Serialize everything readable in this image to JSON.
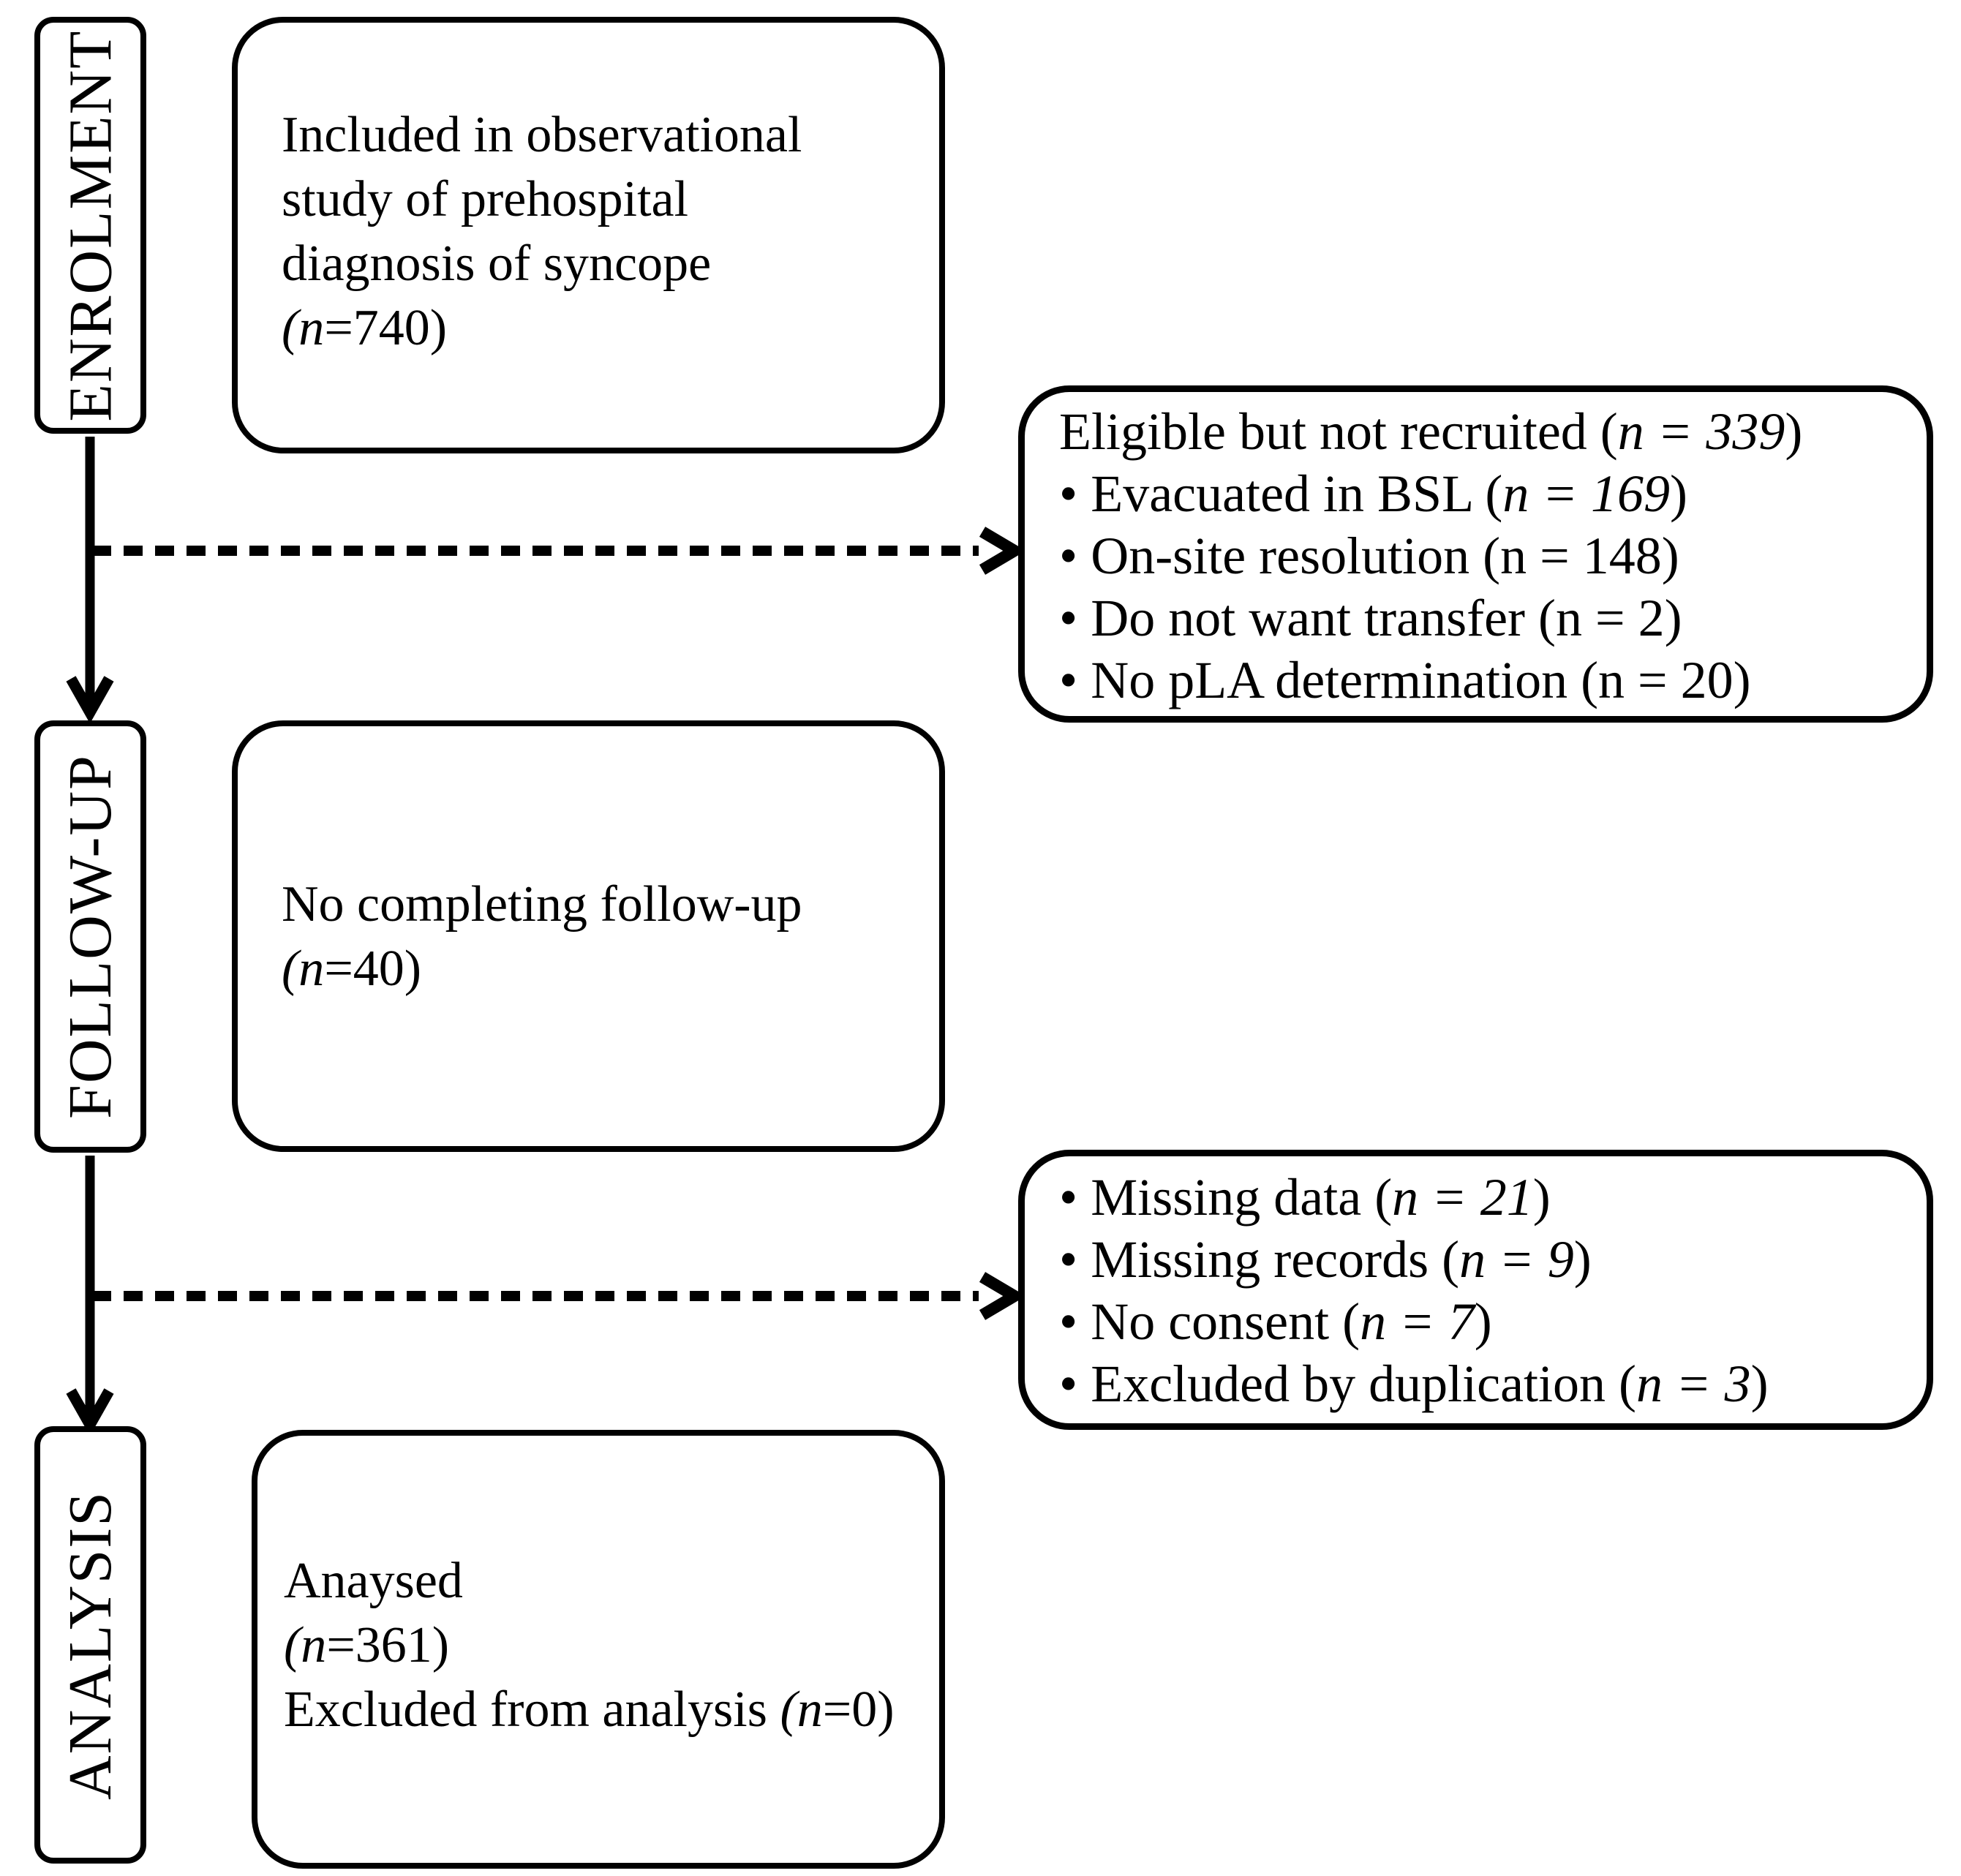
{
  "figure": {
    "kind": "study flow diagram"
  },
  "colors": {
    "ink": "#000000",
    "background": "#ffffff"
  },
  "stages": [
    {
      "label": "ENROLMENT"
    },
    {
      "label": "FOLLOW-UP"
    },
    {
      "label": "ANALYSIS"
    }
  ],
  "main_boxes": [
    {
      "lines": [
        {
          "pre": "Included in observational",
          "italic": "",
          "post": ""
        },
        {
          "pre": "study of prehospital",
          "italic": "",
          "post": ""
        },
        {
          "pre": "diagnosis of syncope",
          "italic": "",
          "post": ""
        },
        {
          "pre": "",
          "italic": "(n",
          "post": "=740)"
        }
      ]
    },
    {
      "lines": [
        {
          "pre": "No completing follow-up",
          "italic": "",
          "post": ""
        },
        {
          "pre": "",
          "italic": "(n",
          "post": "=40)"
        }
      ]
    },
    {
      "lines": [
        {
          "pre": "Anaysed",
          "italic": "",
          "post": ""
        },
        {
          "pre": "",
          "italic": "(n",
          "post": "=361)"
        },
        {
          "pre": "Excluded from analysis ",
          "italic": "(n",
          "post": "=0)"
        }
      ]
    }
  ],
  "side_boxes": [
    {
      "lines": [
        {
          "pre": "Eligible but not recruited (",
          "italic": "n = 339",
          "post": ")"
        },
        {
          "pre": "• Evacuated in BSL (",
          "italic": "n = 169",
          "post": ")"
        },
        {
          "pre": "• On-site resolution (n = 148)",
          "italic": "",
          "post": ""
        },
        {
          "pre": "• Do not want transfer (n = 2)",
          "italic": "",
          "post": ""
        },
        {
          "pre": "• No pLA determination (n = 20)",
          "italic": "",
          "post": ""
        }
      ]
    },
    {
      "lines": [
        {
          "pre": "• Missing data (",
          "italic": "n = 21",
          "post": ")"
        },
        {
          "pre": "• Missing records (",
          "italic": "n = 9",
          "post": ")"
        },
        {
          "pre": "• No consent (",
          "italic": "n = 7",
          "post": ")"
        },
        {
          "pre": "• Excluded by duplication (",
          "italic": "n = 3",
          "post": ")"
        }
      ]
    }
  ]
}
